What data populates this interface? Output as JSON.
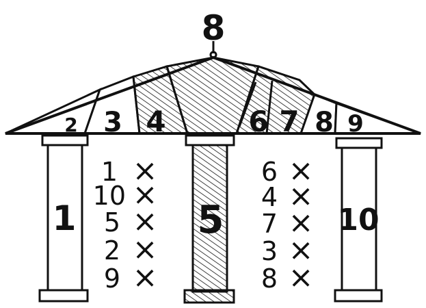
{
  "apex_label": "8",
  "pediment_labels": [
    "2",
    "3",
    "4",
    "6",
    "7",
    "8",
    "9"
  ],
  "column_labels": {
    "left": "1",
    "center": "5",
    "right": "10"
  },
  "left_list": [
    "1",
    "10",
    "5",
    "2",
    "9"
  ],
  "right_list": [
    "6",
    "4",
    "7",
    "3",
    "8"
  ],
  "mark_symbol": "×",
  "colors": {
    "ink": "#111111",
    "paper": "#ffffff"
  }
}
